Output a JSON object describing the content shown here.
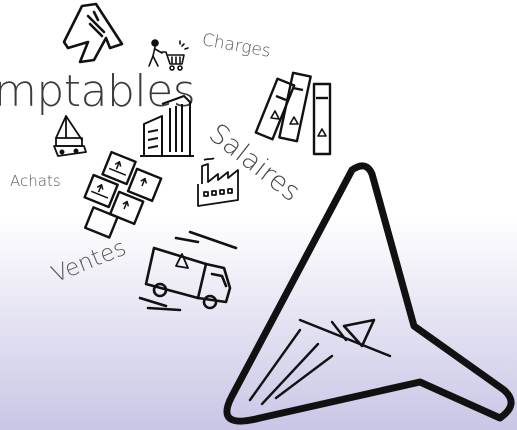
{
  "labels": {
    "comptables": "mptables",
    "charges": "Charges",
    "salaires": "Salaires",
    "achats": "Achats",
    "ventes": "Ventes"
  },
  "colors": {
    "ink": "#111111",
    "text": "#555555",
    "gradient_top": "#ffffff",
    "gradient_bottom": "#c9c6e6"
  },
  "icons": [
    "coat-icon",
    "shopping-cart-person-icon",
    "binders-icon",
    "office-building-icon",
    "factory-icon",
    "crane-icon",
    "stacked-boxes-icon",
    "delivery-truck-icon",
    "funnel-icon"
  ]
}
